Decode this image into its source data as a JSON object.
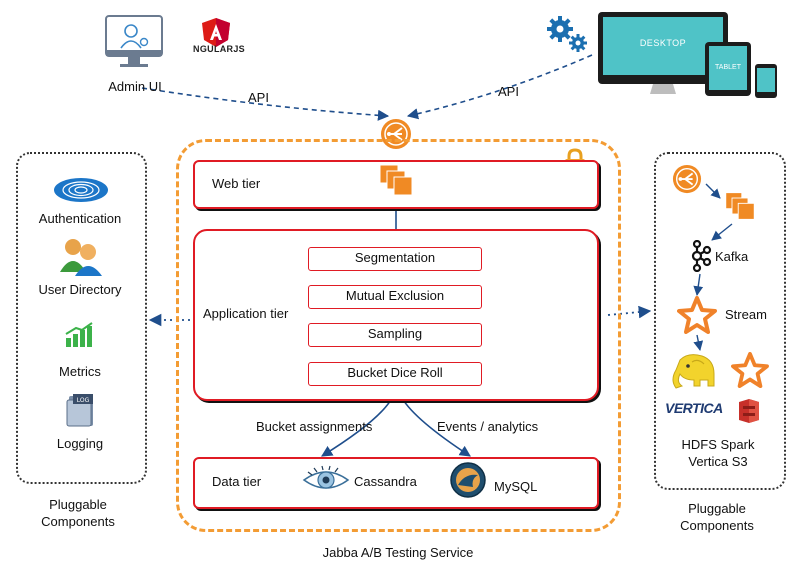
{
  "top": {
    "admin_ui_label": "Admin UI",
    "angular_logo_text": "NGULARJS",
    "api_left_label": "API",
    "api_right_label": "API",
    "desktop_label": "DESKTOP",
    "tablet_label": "TABLET"
  },
  "service": {
    "title": "Jabba A/B Testing Service",
    "web_tier_label": "Web tier",
    "application_tier_label": "Application tier",
    "steps": [
      "Segmentation",
      "Mutual Exclusion",
      "Sampling",
      "Bucket Dice Roll"
    ],
    "bucket_assignments_label": "Bucket assignments",
    "events_label": "Events / analytics",
    "data_tier_label": "Data tier",
    "cassandra_label": "Cassandra",
    "mysql_label": "MySQL"
  },
  "left_panel": {
    "items": [
      "Authentication",
      "User Directory",
      "Metrics",
      "Logging"
    ],
    "caption": "Pluggable Components"
  },
  "right_panel": {
    "kafka_label": "Kafka",
    "stream_label": "Stream",
    "vertica_logo_text": "VERTICA",
    "storage_label": "HDFS Spark Vertica S3",
    "caption": "Pluggable Components"
  },
  "colors": {
    "orange": "#f08a24",
    "red": "#e01b24",
    "blue": "#1f4e8c",
    "dashed_orange": "#f39c34"
  }
}
